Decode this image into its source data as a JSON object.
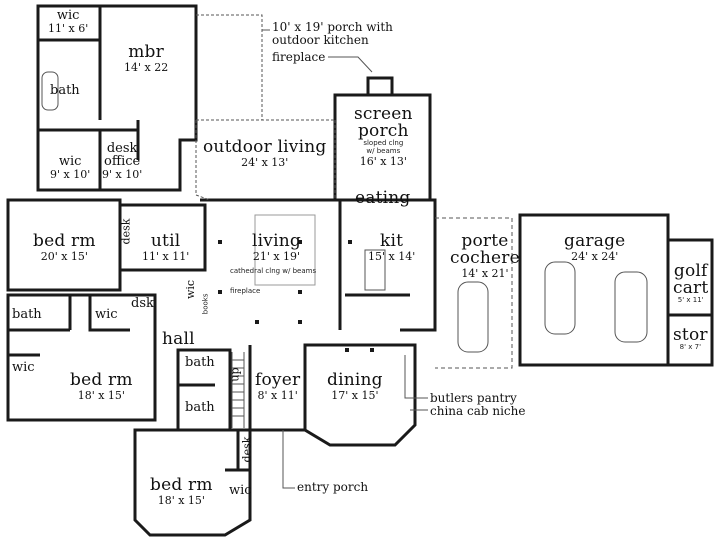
{
  "rooms": {
    "wic_top": {
      "name": "wic",
      "dims": "11' x 6'"
    },
    "mbr": {
      "name": "mbr",
      "dims": "14' x 22"
    },
    "bath_master": {
      "name": "bath"
    },
    "wic_left": {
      "name": "wic",
      "dims": "9' x 10'"
    },
    "office": {
      "line1": "desk",
      "name": "office",
      "dims": "9' x 10'"
    },
    "outdoor_living": {
      "name": "outdoor living",
      "dims": "24' x 13'"
    },
    "screen_porch": {
      "name_line1": "screen",
      "name_line2": "porch",
      "note_line1": "sloped clng",
      "note_line2": "w/ beams",
      "dims": "16' x 13'"
    },
    "eating": {
      "name": "eating"
    },
    "bed1": {
      "name": "bed rm",
      "dims": "20' x 15'"
    },
    "util": {
      "name": "util",
      "dims": "11' x 11'"
    },
    "living": {
      "name": "living",
      "dims": "21' x 19'",
      "note": "cathedral clng w/ beams"
    },
    "kit": {
      "name": "kit",
      "dims": "15' x 14'"
    },
    "porte_cochere": {
      "name_line1": "porte",
      "name_line2": "cochere",
      "dims": "14' x 21'"
    },
    "garage": {
      "name": "garage",
      "dims": "24' x 24'"
    },
    "golf_cart": {
      "name_line1": "golf",
      "name_line2": "cart",
      "dims": "5' x 11'"
    },
    "stor": {
      "name": "stor",
      "dims": "8' x 7'"
    },
    "bath_b2": {
      "name": "bath"
    },
    "wic_b2": {
      "name": "wic"
    },
    "wic_b2b": {
      "name": "wic"
    },
    "bed2": {
      "name": "bed rm",
      "dims": "18' x 15'"
    },
    "hall": {
      "name": "hall"
    },
    "bath_a": {
      "name": "bath"
    },
    "bath_b": {
      "name": "bath"
    },
    "foyer": {
      "name": "foyer",
      "dims": "8' x 11'"
    },
    "dining": {
      "name": "dining",
      "dims": "17' x 15'"
    },
    "bed3": {
      "name": "bed rm",
      "dims": "18' x 15'"
    },
    "wic_b3": {
      "name": "wic"
    }
  },
  "small_labels": {
    "desk_bed1": "desk",
    "desk_bed2": "dsk",
    "desk_bed3": "desk",
    "wic_util": "wic",
    "books": "books",
    "up": "up",
    "fireplace_living": "fireplace"
  },
  "annotations": {
    "porch_line1": "10' x 19' porch with",
    "porch_line2": "outdoor kitchen",
    "fireplace": "fireplace",
    "butlers_pantry": "butlers pantry",
    "china_cab": "china cab niche",
    "entry_porch": "entry porch"
  }
}
